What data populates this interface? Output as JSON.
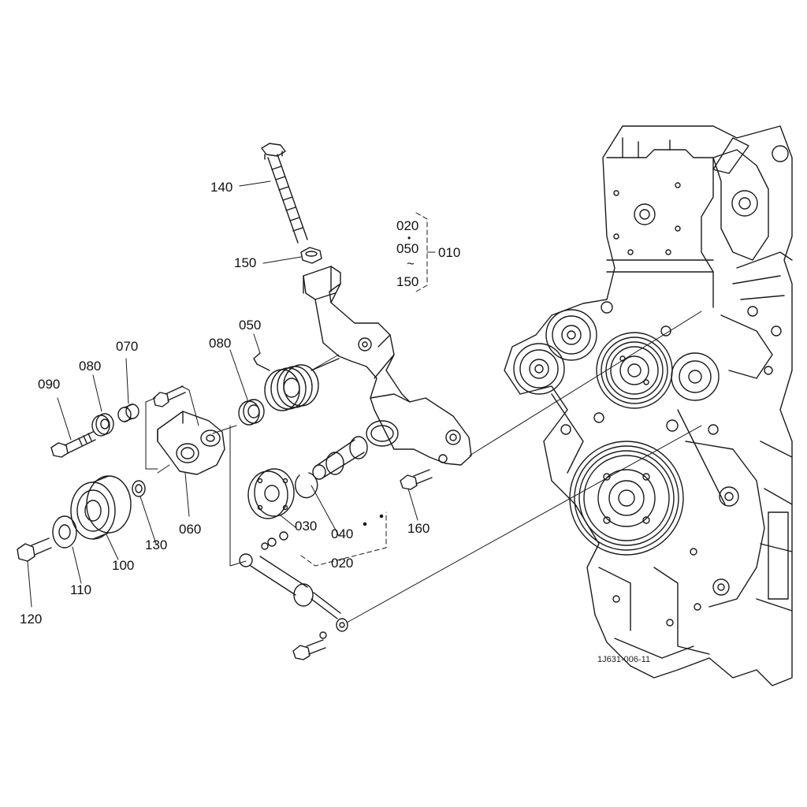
{
  "labels": {
    "p010": "010",
    "p020_top": "020",
    "p050_top": "050",
    "p150_top": "150",
    "dot": "•",
    "tilde": "~",
    "p140": "140",
    "p150": "150",
    "p050": "050",
    "p080a": "080",
    "p070": "070",
    "p080b": "080",
    "p090": "090",
    "p060": "060",
    "p130": "130",
    "p100": "100",
    "p110": "110",
    "p120": "120",
    "p030": "030",
    "p040": "040",
    "p020": "020",
    "p160": "160"
  },
  "figure_code": "1J631-006-11",
  "colors": {
    "ink": "#1a1a1a",
    "paper": "#ffffff"
  }
}
